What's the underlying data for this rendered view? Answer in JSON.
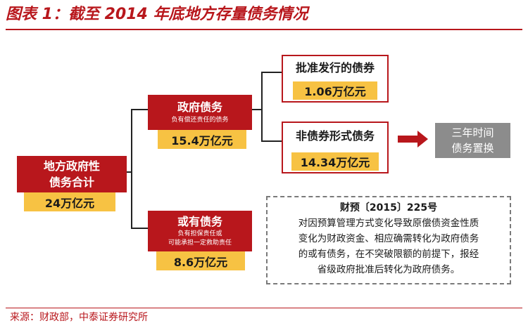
{
  "header": {
    "title": "图表 1：截至 2014 年底地方存量债务情况"
  },
  "diagram": {
    "root": {
      "line1": "地方政府性",
      "line2": "债务合计",
      "amount": "24万亿元"
    },
    "gov_debt": {
      "title": "政府债务",
      "subtitle": "负有偿还责任的债务",
      "amount": "15.4万亿元"
    },
    "contingent_debt": {
      "title": "或有债务",
      "subtitle1": "负有担保责任或",
      "subtitle2": "可能承担一定救助责任",
      "amount": "8.6万亿元"
    },
    "bonds_issued": {
      "title": "批准发行的债券",
      "amount": "1.06万亿元"
    },
    "non_bond": {
      "title": "非债券形式债务",
      "amount": "14.34万亿元"
    },
    "swap": {
      "line1": "三年时间",
      "line2": "债务置换"
    },
    "note": {
      "heading": "财预〔2015〕225号",
      "lines": [
        "对因预算管理方式变化导致原偿债资金性质",
        "变化为财政资金、相应确需转化为政府债务",
        "的或有债务，在不突破限额的前提下，报经",
        "省级政府批准后转化为政府债务。"
      ]
    }
  },
  "footer": {
    "source": "来源：财政部，中泰证券研究所"
  },
  "colors": {
    "accent_red": "#b8171c",
    "amount_yellow": "#f7c243",
    "swap_gray": "#8c8c8c"
  }
}
